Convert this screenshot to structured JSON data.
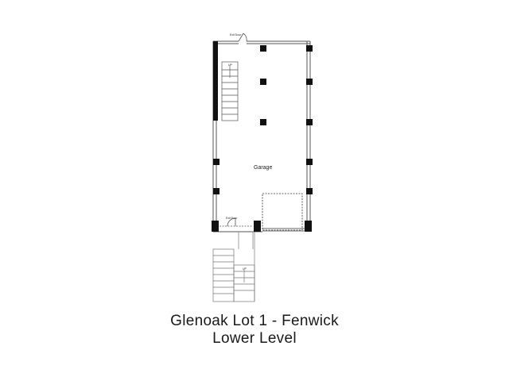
{
  "plan": {
    "room_label": "Garage",
    "up_label": "UP",
    "door_label": "Exit Door",
    "title_line1": "Glenoak Lot 1 - Fenwick",
    "title_line2": "Lower Level"
  },
  "colors": {
    "wall": "#111111",
    "thin_line": "#555555",
    "background": "#ffffff"
  }
}
